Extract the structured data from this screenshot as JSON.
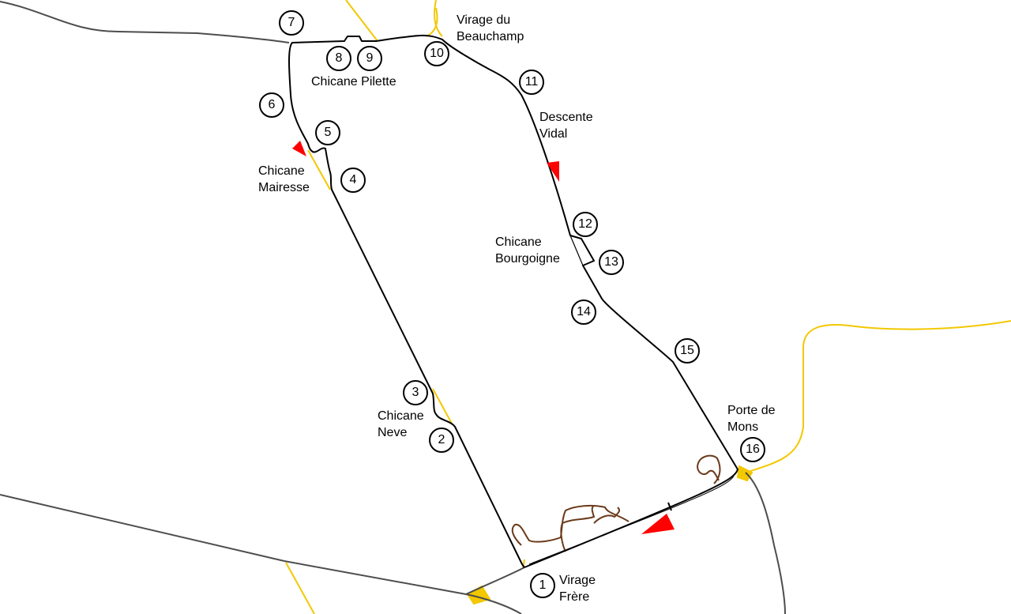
{
  "map": {
    "turns": [
      {
        "n": "1"
      },
      {
        "n": "2"
      },
      {
        "n": "3"
      },
      {
        "n": "4"
      },
      {
        "n": "5"
      },
      {
        "n": "6"
      },
      {
        "n": "7"
      },
      {
        "n": "8"
      },
      {
        "n": "9"
      },
      {
        "n": "10"
      },
      {
        "n": "11"
      },
      {
        "n": "12"
      },
      {
        "n": "13"
      },
      {
        "n": "14"
      },
      {
        "n": "15"
      },
      {
        "n": "16"
      }
    ],
    "labels": {
      "virage_frere": [
        "Virage",
        "Frère"
      ],
      "chicane_neve": [
        "Chicane",
        "Neve"
      ],
      "chicane_mairesse": [
        "Chicane",
        "Mairesse"
      ],
      "chicane_pilette": [
        "Chicane Pilette"
      ],
      "virage_beauchamp": [
        "Virage du",
        "Beauchamp"
      ],
      "descente_vidal": [
        "Descente",
        "Vidal"
      ],
      "chicane_bourgoigne": [
        "Chicane",
        "Bourgoigne"
      ],
      "porte_de_mons": [
        "Porte de",
        "Mons"
      ]
    },
    "colors": {
      "track": "#000000",
      "public_road": "#4d4d4d",
      "secondary_road": "#f2c800",
      "direction_arrow": "#ff0000",
      "paddock_path": "#6b3a1a"
    }
  }
}
